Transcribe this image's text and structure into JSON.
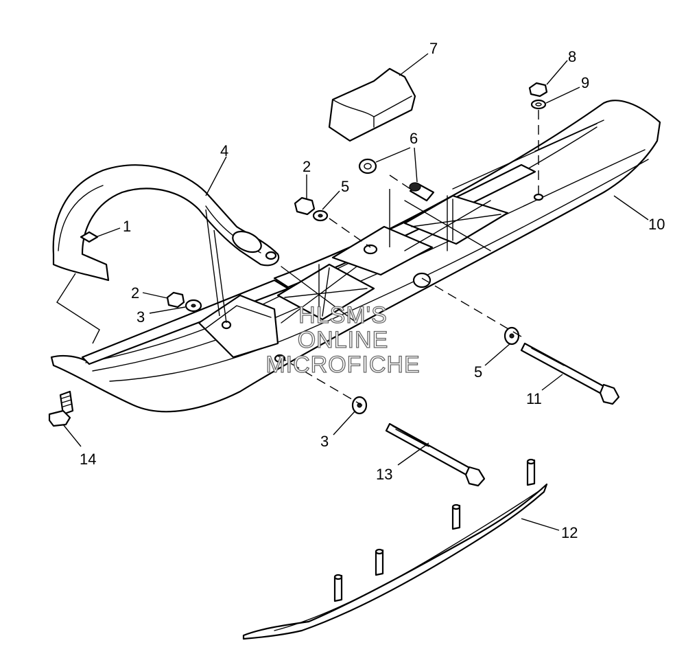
{
  "diagram": {
    "callouts": [
      "1",
      "2",
      "2",
      "3",
      "3",
      "4",
      "5",
      "5",
      "6",
      "7",
      "8",
      "9",
      "10",
      "11",
      "12",
      "13",
      "14"
    ]
  },
  "watermark": {
    "lines": [
      "HLSM'S",
      "ONLINE",
      "MICROFICHE"
    ]
  }
}
